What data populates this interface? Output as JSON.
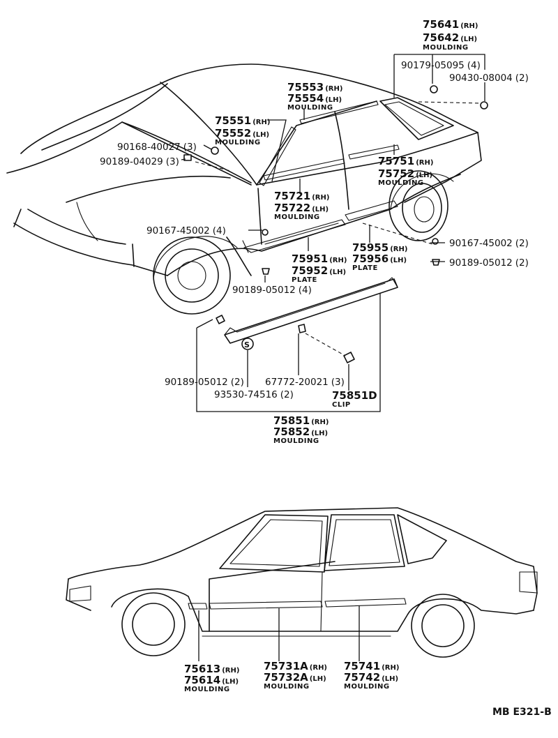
{
  "parts": {
    "p75641": {
      "no": "75641",
      "side": "(RH)"
    },
    "p75642": {
      "no": "75642",
      "side": "(LH)"
    },
    "lbl_moulding_75641": "MOULDING",
    "p90179": {
      "no": "90179-05095",
      "qty": "(4)"
    },
    "p90430": {
      "no": "90430-08004",
      "qty": "(2)"
    },
    "p75553": {
      "no": "75553",
      "side": "(RH)"
    },
    "p75554": {
      "no": "75554",
      "side": "(LH)"
    },
    "lbl_moulding_75553": "MOULDING",
    "p75551": {
      "no": "75551",
      "side": "(RH)"
    },
    "p75552": {
      "no": "75552",
      "side": "(LH)"
    },
    "lbl_moulding_75551": "MOULDING",
    "p90168": {
      "no": "90168-40027",
      "qty": "(3)"
    },
    "p90189a": {
      "no": "90189-04029",
      "qty": "(3)"
    },
    "p75751": {
      "no": "75751",
      "side": "(RH)"
    },
    "p75752": {
      "no": "75752",
      "side": "(LH)"
    },
    "lbl_moulding_75751": "MOULDING",
    "p75721": {
      "no": "75721",
      "side": "(RH)"
    },
    "p75722": {
      "no": "75722",
      "side": "(LH)"
    },
    "lbl_moulding_75721": "MOULDING",
    "p90167a": {
      "no": "90167-45002",
      "qty": "(4)"
    },
    "p75955": {
      "no": "75955",
      "side": "(RH)"
    },
    "p75956": {
      "no": "75956",
      "side": "(LH)"
    },
    "lbl_plate_75955": "PLATE",
    "p90167b": {
      "no": "90167-45002",
      "qty": "(2)"
    },
    "p75951": {
      "no": "75951",
      "side": "(RH)"
    },
    "p75952": {
      "no": "75952",
      "side": "(LH)"
    },
    "lbl_plate_75951": "PLATE",
    "p90189b": {
      "no": "90189-05012",
      "qty": "(2)"
    },
    "p90189c": {
      "no": "90189-05012",
      "qty": "(4)"
    },
    "p90189d": {
      "no": "90189-05012",
      "qty": "(2)"
    },
    "p67772": {
      "no": "67772-20021",
      "qty": "(3)"
    },
    "p93530": {
      "no": "93530-74516",
      "qty": "(2)"
    },
    "p75851D": {
      "no": "75851D"
    },
    "lbl_clip": "CLIP",
    "p75851": {
      "no": "75851",
      "side": "(RH)"
    },
    "p75852": {
      "no": "75852",
      "side": "(LH)"
    },
    "lbl_moulding_75851": "MOULDING",
    "p75613": {
      "no": "75613",
      "side": "(RH)"
    },
    "p75614": {
      "no": "75614",
      "side": "(LH)"
    },
    "lbl_moulding_75613": "MOULDING",
    "p75731A": {
      "no": "75731A",
      "side": "(RH)"
    },
    "p75732A": {
      "no": "75732A",
      "side": "(LH)"
    },
    "lbl_moulding_75731A": "MOULDING",
    "p75741": {
      "no": "75741",
      "side": "(RH)"
    },
    "p75742": {
      "no": "75742",
      "side": "(LH)"
    },
    "lbl_moulding_75741": "MOULDING"
  },
  "stud_symbol": "S",
  "diagram_code": "MB E321-B"
}
